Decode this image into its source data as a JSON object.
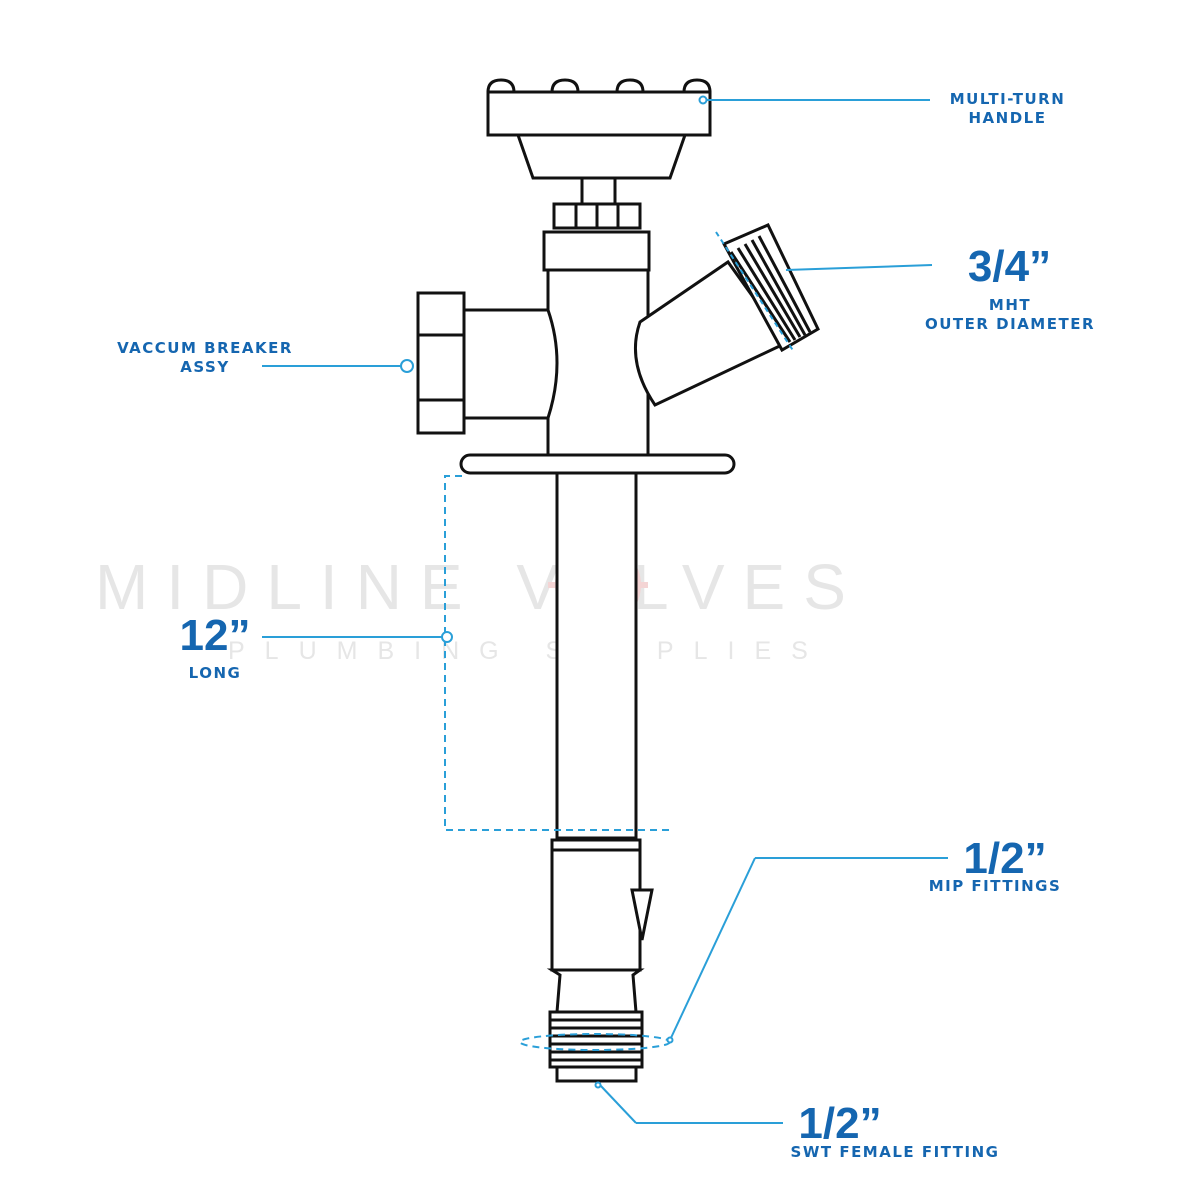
{
  "watermark": {
    "brand": "MIDLINE  VALVES",
    "tagline": "PLUMBING   SUPPLIES"
  },
  "labels": {
    "handle_line1": "MULTI-TURN",
    "handle_line2": "HANDLE",
    "mht_size": "3/4”",
    "mht_line1": "MHT",
    "mht_line2": "OUTER DIAMETER",
    "vacuum_line1": "VACCUM BREAKER",
    "vacuum_line2": "ASSY",
    "length_size": "12”",
    "length_caption": "LONG",
    "mip_size": "1/2”",
    "mip_caption": "MIP FITTINGS",
    "swt_size": "1/2”",
    "swt_caption": "SWT FEMALE FITTING"
  },
  "colors": {
    "accent": "#1566b0",
    "line": "#2a9fd8",
    "outline": "#111111",
    "watermark": "#e6e6e6"
  }
}
